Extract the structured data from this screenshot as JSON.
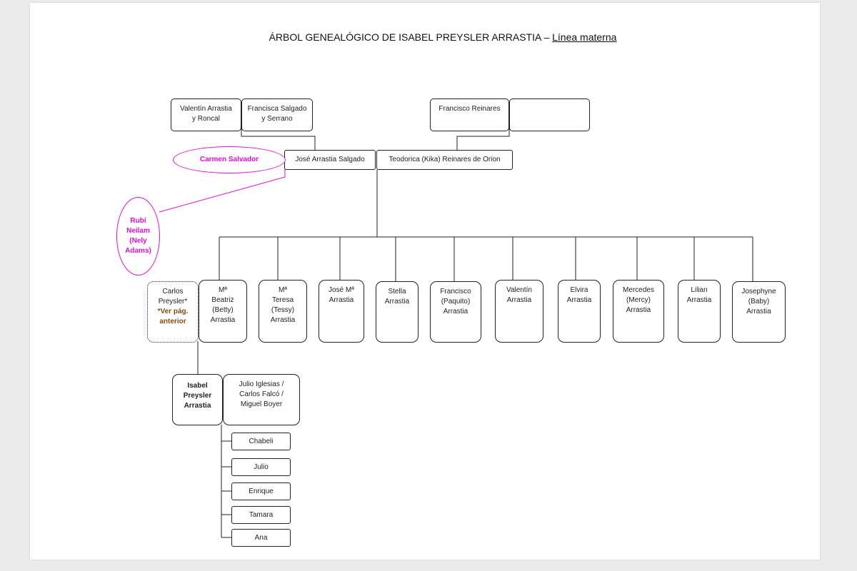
{
  "title": {
    "main": "ÁRBOL GENEALÓGICO DE ISABEL PREYSLER ARRASTIA – ",
    "underlined": "Línea materna"
  },
  "great_grandparents": {
    "valentin": "Valentín Arrastia\ny Roncal",
    "francisca": "Francisca Salgado\ny Serrano",
    "francisco_reinares": "Francisco Reinares",
    "unknown": ""
  },
  "grandparents": {
    "jose": "José Arrastia Salgado",
    "teodorica": "Teodorica (Kika)  Reinares de Orion"
  },
  "lovers": {
    "carmen": "Carmen Salvador",
    "rubi": "Rubí\nNeilam\n(Nely\nAdams)"
  },
  "carlos": {
    "name": "Carlos\nPreysler*",
    "note": "*Ver pág.\nanterior"
  },
  "children": [
    "Mª\nBeatriz\n(Betty)\nArrastia",
    "Mª\nTeresa\n(Tessy)\nArrastia",
    "José Mª\nArrastia",
    "Stella\nArrastia",
    "Francisco\n(Paquito)\nArrastia",
    "Valentín\nArrastia",
    "Elvira\nArrastia",
    "Mercedes\n(Mercy)\nArrastia",
    "Lilian\nArrastia",
    "Josephyne\n(Baby)\nArrastia"
  ],
  "isabel": "Isabel\nPreysler\nArrastia",
  "husbands": "Julio Iglesias /\nCarlos Falcó /\nMiguel Boyer",
  "grandchildren": [
    "Chabeli",
    "Julio",
    "Enrique",
    "Tamara",
    "Ana"
  ]
}
